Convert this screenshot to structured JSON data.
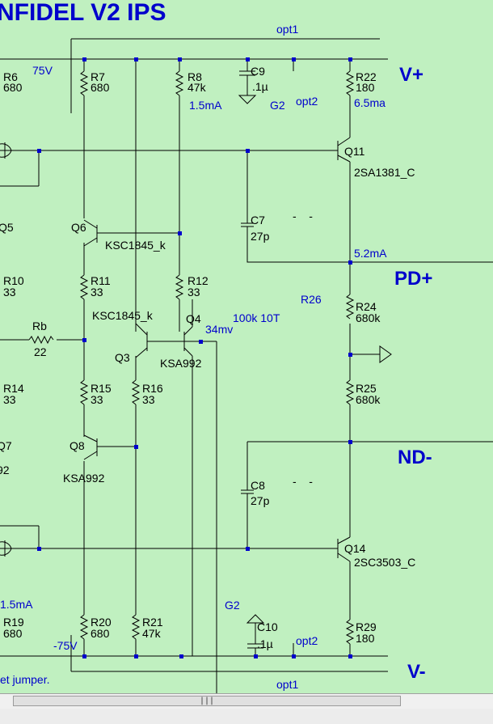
{
  "title": "NFIDEL V2 IPS",
  "rails": {
    "vplus": "V+",
    "vminus": "V-",
    "pdplus": "PD+",
    "ndminus": "ND-"
  },
  "notes": {
    "v75": "75V",
    "vneg75": "-75V",
    "opt1_top": "opt1",
    "opt1_bottom": "opt1",
    "opt2_top": "opt2",
    "opt2_bottom": "opt2",
    "g2_top": "G2",
    "g2_bottom": "G2",
    "i_r8": "1.5mA",
    "i_r22": "6.5ma",
    "i_pd": "5.2mA",
    "i_r19": "1.5mA",
    "r26": "R26",
    "pot": "100k 10T",
    "mv": "34mv",
    "jumper": "et jumper."
  },
  "resistors": {
    "r6": {
      "name": "R6",
      "value": "680"
    },
    "r7": {
      "name": "R7",
      "value": "680"
    },
    "r8": {
      "name": "R8",
      "value": "47k"
    },
    "r22": {
      "name": "R22",
      "value": "180"
    },
    "r10": {
      "name": "R10",
      "value": "33"
    },
    "r11": {
      "name": "R11",
      "value": "33"
    },
    "r12": {
      "name": "R12",
      "value": "33"
    },
    "rb": {
      "name": "Rb",
      "value": "22"
    },
    "r24": {
      "name": "R24",
      "value": "680k"
    },
    "r14": {
      "name": "R14",
      "value": "33"
    },
    "r15": {
      "name": "R15",
      "value": "33"
    },
    "r16": {
      "name": "R16",
      "value": "33"
    },
    "r25": {
      "name": "R25",
      "value": "680k"
    },
    "r19": {
      "name": "R19",
      "value": "680"
    },
    "r20": {
      "name": "R20",
      "value": "680"
    },
    "r21": {
      "name": "R21",
      "value": "47k"
    },
    "r29": {
      "name": "R29",
      "value": "180"
    }
  },
  "capacitors": {
    "c9": {
      "name": "C9",
      "value": ".1µ"
    },
    "c7": {
      "name": "C7",
      "value": "27p"
    },
    "c8": {
      "name": "C8",
      "value": "27p"
    },
    "c10": {
      "name": "C10",
      "value": ".1µ"
    }
  },
  "transistors": {
    "q5": {
      "name": "Q5"
    },
    "q6": {
      "name": "Q6",
      "part": "KSC1845_k"
    },
    "q3": {
      "name": "Q3",
      "part": "KSC1845_k"
    },
    "q4": {
      "name": "Q4",
      "part": "KSA992"
    },
    "q7": {
      "name": "Q7",
      "part": "92"
    },
    "q8": {
      "name": "Q8",
      "part": "KSA992"
    },
    "q11": {
      "name": "Q11",
      "part": "2SA1381_C"
    },
    "q14": {
      "name": "Q14",
      "part": "2SC3503_C"
    }
  },
  "dashes": {
    "c7": "-    -",
    "c8": "-    -"
  },
  "scrollbar": {
    "grip": "|||"
  },
  "colors": {
    "background": "#c0f0c0",
    "wire": "#000000",
    "label": "#0000cc"
  }
}
